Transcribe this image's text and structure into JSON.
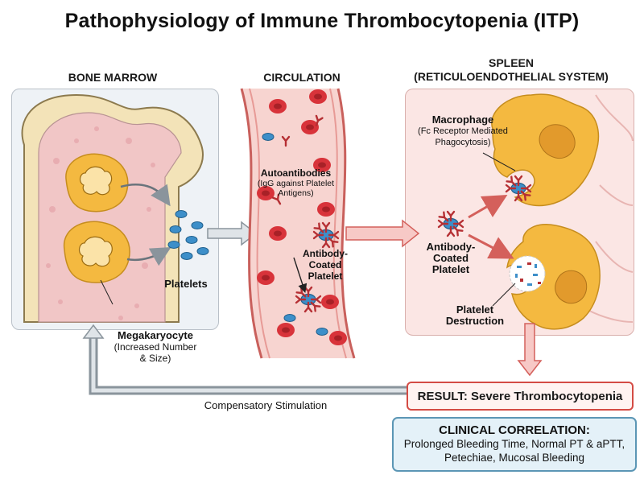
{
  "title": "Pathophysiology of Immune Thrombocytopenia (ITP)",
  "sections": {
    "bone_marrow": "BONE MARROW",
    "circulation": "CIRCULATION",
    "spleen_line1": "SPLEEN",
    "spleen_line2": "(RETICULOENDOTHELIAL SYSTEM)"
  },
  "labels": {
    "platelets": "Platelets",
    "megakaryocyte": "Megakaryocyte",
    "megakaryocyte_note1": "(Increased Number",
    "megakaryocyte_note2": "& Size)",
    "autoantibodies": "Autoantibodies",
    "autoantibodies_note1": "(IgG against Platelet",
    "autoantibodies_note2": "Antigens)",
    "circ_coated1": "Antibody-",
    "circ_coated2": "Coated",
    "circ_coated3": "Platelet",
    "macrophage": "Macrophage",
    "macrophage_note1": "(Fc Receptor Mediated",
    "macrophage_note2": "Phagocytosis)",
    "spleen_coated1": "Antibody-",
    "spleen_coated2": "Coated",
    "spleen_coated3": "Platelet",
    "destruction1": "Platelet",
    "destruction2": "Destruction",
    "compensatory": "Compensatory Stimulation"
  },
  "result": "RESULT: Severe Thrombocytopenia",
  "clinical": {
    "title": "CLINICAL CORRELATION:",
    "line1": "Prolonged Bleeding Time, Normal PT & aPTT,",
    "line2": "Petechiae, Mucosal Bleeding"
  },
  "colors": {
    "rbc": "#d8333a",
    "platelet": "#3d8fc9",
    "antibody": "#b52f33",
    "macrophage": "#f4b940",
    "marrow_bg": "#eef2f6",
    "spleen_bg": "#fbe6e4",
    "vessel": "#f7d4d0",
    "arrow_gray": "#c9d0d6",
    "arrow_pink": "#f0a7a3"
  }
}
